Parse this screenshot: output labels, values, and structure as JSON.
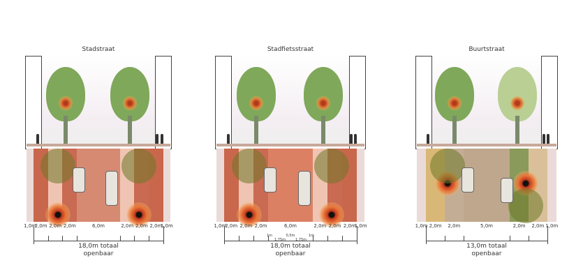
{
  "panels": [
    {
      "title": "Stadstraat",
      "lanes_m": [
        1,
        2,
        2,
        2,
        6,
        2,
        2,
        2,
        1
      ],
      "lane_labels": [
        "1,0m",
        "2,0m",
        "2,0m",
        "2,0m",
        "6,0m",
        "2,0m",
        "2,0m",
        "2,0m",
        "1,0m"
      ],
      "total": "18,0m totaal",
      "total_sub": "openbaar",
      "colors": [
        "#eadbd8",
        "#c9674c",
        "#f0c4b2",
        "#c96a52",
        "#d68a72",
        "#f0c4b2",
        "#c96a52",
        "#c9674c",
        "#eadbd8"
      ]
    },
    {
      "title": "Stadfietsstraat",
      "lanes_m": [
        1,
        2,
        2,
        2,
        6,
        2,
        2,
        2,
        1
      ],
      "lane_labels": [
        "1,0m",
        "2,0m",
        "2,0m",
        "2,0m",
        "6,0m",
        "2,0m",
        "2,0m",
        "2,0m",
        "1,0m"
      ],
      "sub_labels": [
        "1m",
        "0,5m",
        "1m",
        "1,75m",
        "1,75m"
      ],
      "total": "18,0m totaal",
      "total_sub": "openbaar",
      "colors": [
        "#eadbd8",
        "#c9674c",
        "#f0c4b2",
        "#c96a52",
        "#dc8064",
        "#f0c4b2",
        "#c96a52",
        "#c9674c",
        "#eadbd8"
      ]
    },
    {
      "title": "Buurtstraat",
      "lanes_m": [
        1,
        2,
        2,
        5,
        2,
        2,
        1
      ],
      "lane_labels": [
        "1,0m",
        "2,0m",
        "2,0m",
        "5,0m",
        "2,0m",
        "2,0m",
        "1,0m"
      ],
      "total": "13,0m totaal",
      "total_sub": "openbaar",
      "colors": [
        "#eadbd8",
        "#d9b877",
        "#c4ad95",
        "#bfa78d",
        "#8a9a5a",
        "#d9c09a",
        "#eadbd8"
      ]
    }
  ]
}
